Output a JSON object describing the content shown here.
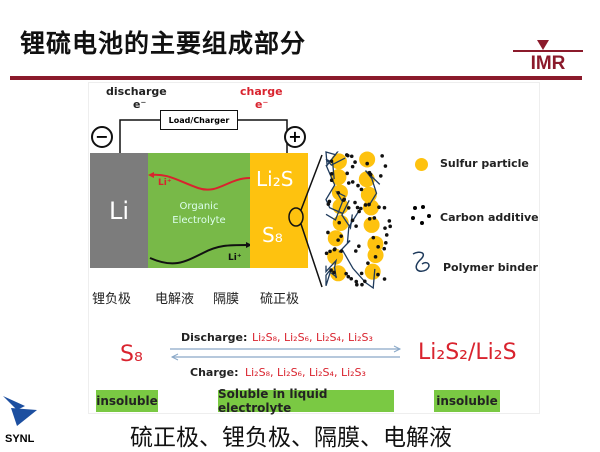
{
  "title": "锂硫电池的主要组成部分",
  "logo_top": "IMR",
  "logo_bottom": "SYNL",
  "diagram": {
    "discharge": "discharge",
    "charge": "charge",
    "electron": "e⁻",
    "load": "Load/Charger",
    "minus": "−",
    "plus": "+",
    "anode": "Li",
    "electrolyte_line1": "Organic",
    "electrolyte_line2": "Electrolyte",
    "li_ion": "Li⁺",
    "cathode_top": "Li₂S",
    "cathode_bottom": "S₈",
    "labels": [
      "锂负极",
      "电解液",
      "隔膜",
      "硫正极"
    ],
    "legend": [
      "Sulfur particle",
      "Carbon additive",
      "Polymer binder"
    ]
  },
  "reaction": {
    "start": "S₈",
    "end": "Li₂S₂/Li₂S",
    "discharge_label": "Discharge:",
    "charge_label": "Charge:",
    "species": "Li₂S₈, Li₂S₆, Li₂S₄, Li₂S₃",
    "tags": [
      "insoluble",
      "Soluble in liquid electrolyte",
      "insoluble"
    ]
  },
  "caption": "硫正极、锂负极、隔膜、电解液",
  "colors": {
    "accent": "#8b1a2b",
    "red": "#d9232e",
    "green": "#7ac943",
    "sulfur": "#fec20f"
  }
}
